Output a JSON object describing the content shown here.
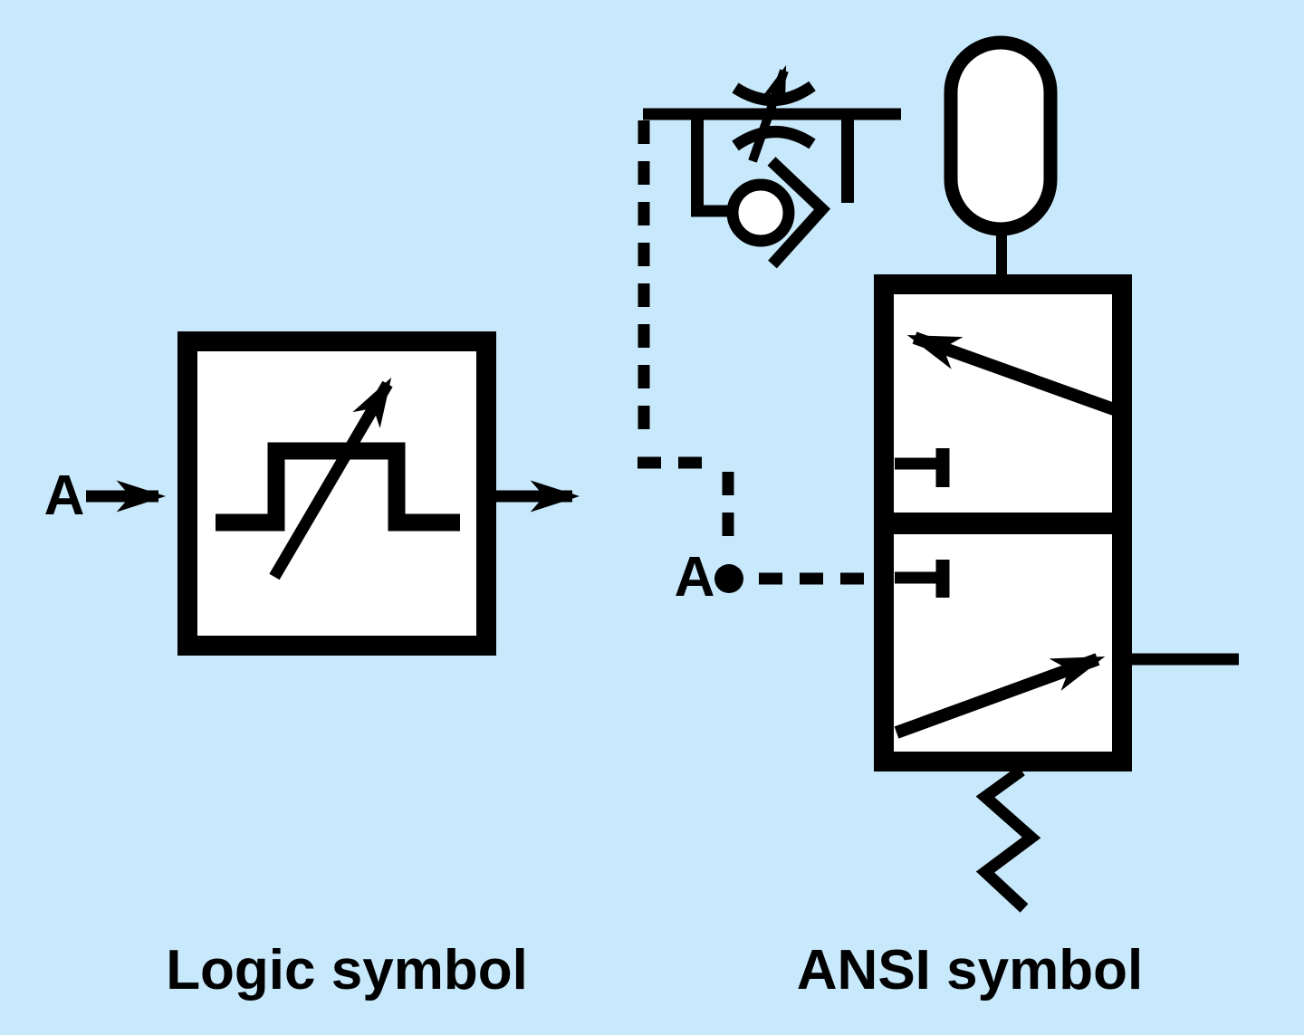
{
  "page": {
    "background_color": "#c8e9fb",
    "paper_color": "#ffffff",
    "ink_color": "#000000"
  },
  "logic_symbol": {
    "caption": "Logic symbol",
    "input_label": "A",
    "parts": [
      "input-arrow",
      "logic-box",
      "pulse-waveform",
      "adjustability-arrow",
      "output-arrow"
    ]
  },
  "ansi_symbol": {
    "caption": "ANSI symbol",
    "pilot_label": "A",
    "parts": [
      "pilot-signal-dashed-line",
      "pilot-signal-dot",
      "adjustable-flow-restrictor",
      "bypass-check-valve",
      "accumulator",
      "valve-top-position-box",
      "valve-bottom-position-box",
      "blocked-port-top",
      "blocked-port-bottom",
      "flow-arrow-top",
      "flow-arrow-bottom",
      "output-line",
      "spring-return"
    ]
  }
}
